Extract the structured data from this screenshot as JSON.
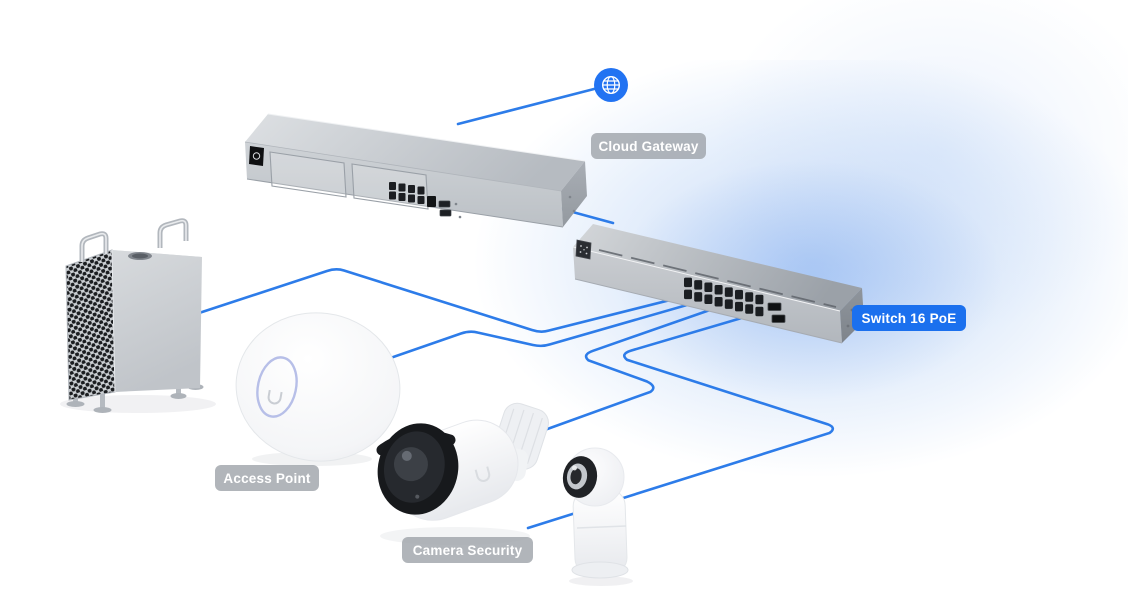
{
  "labels": {
    "cloud_gateway": "Cloud Gateway",
    "switch": "Switch 16 PoE",
    "access_point": "Access Point",
    "camera_security": "Camera Security"
  },
  "devices": [
    {
      "id": "internet",
      "icon": "globe-icon",
      "label": ""
    },
    {
      "id": "cloud-gateway",
      "icon": "rack-gateway-device",
      "label": "Cloud Gateway",
      "badge": "gray"
    },
    {
      "id": "switch-16-poe",
      "icon": "rack-poe-switch-device",
      "label": "Switch 16 PoE",
      "badge": "blue",
      "highlighted": true
    },
    {
      "id": "desktop-computer",
      "icon": "tower-computer-device",
      "label": ""
    },
    {
      "id": "access-point",
      "icon": "wifi-access-point-device",
      "label": "Access Point",
      "badge": "gray"
    },
    {
      "id": "bullet-camera",
      "icon": "bullet-camera-device",
      "label": "Camera Security",
      "badge": "gray"
    },
    {
      "id": "flex-camera",
      "icon": "compact-camera-device",
      "label": ""
    }
  ],
  "connections": [
    {
      "from": "internet",
      "to": "cloud-gateway"
    },
    {
      "from": "cloud-gateway",
      "to": "switch-16-poe"
    },
    {
      "from": "switch-16-poe",
      "to": "desktop-computer"
    },
    {
      "from": "switch-16-poe",
      "to": "access-point"
    },
    {
      "from": "switch-16-poe",
      "to": "bullet-camera"
    },
    {
      "from": "switch-16-poe",
      "to": "flex-camera"
    }
  ],
  "colors": {
    "background": "#ffffff",
    "connection_line": "#2d7ce9",
    "internet_icon": "#2273f2",
    "badge_gray": "rgba(157,162,169,0.80)",
    "badge_blue": "#1b70ee",
    "badge_text": "#ffffff",
    "switch_glow": "#9db9ec"
  }
}
